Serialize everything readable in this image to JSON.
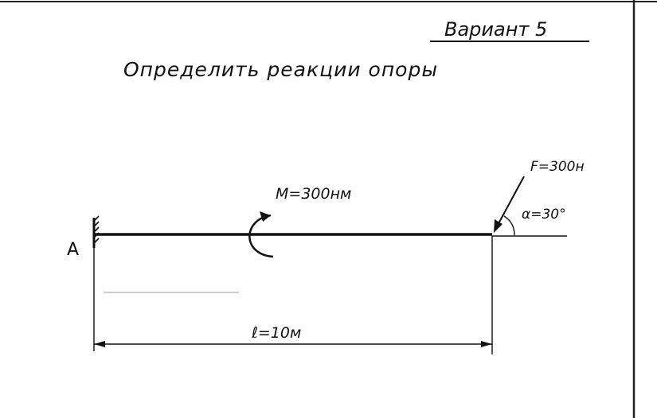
{
  "header": {
    "variant": "Вариант 5",
    "task": "Определить реакции опоры"
  },
  "diagram": {
    "support_label": "A",
    "moment_label": "M=300нм",
    "force_label": "F=300н",
    "angle_label": "α=30°",
    "length_label": "ℓ=10м"
  }
}
